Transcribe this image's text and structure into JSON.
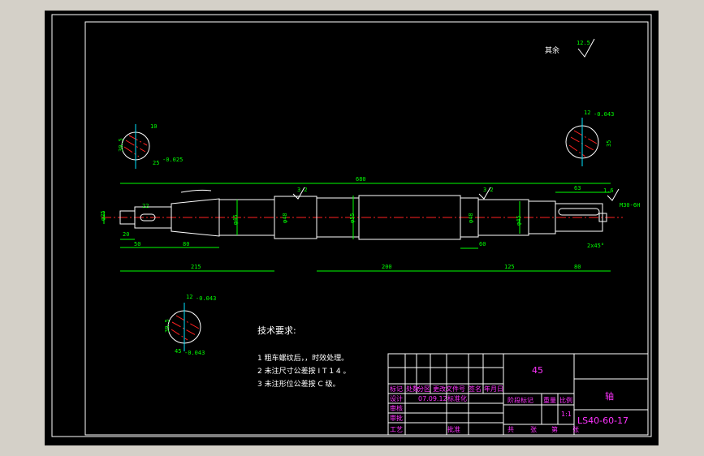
{
  "surface_finish": {
    "label": "其余",
    "value": "12.5"
  },
  "dimensions": {
    "overall_length": "680",
    "d25": "φ25",
    "d45a": "φ45",
    "d55": "φ55",
    "d45b": "φ45",
    "d48a": "φ48",
    "d48b": "φ48",
    "len20": "20",
    "len50": "50",
    "len80": "80",
    "len215": "215",
    "len200": "200",
    "len60": "60",
    "len125": "125",
    "len80b": "80",
    "len63": "63",
    "len22": "22",
    "chamfer": "2x45°",
    "thread": "M30-6H",
    "rough1": "3.2",
    "rough2": "3.2",
    "rough3": "1.6"
  },
  "sections": {
    "left_top": {
      "key_width": "10",
      "depth": "30.5",
      "dia": "25",
      "tol": "-0.025"
    },
    "right_top": {
      "key_width": "12",
      "depth": "35",
      "tol": "-0.043"
    },
    "bottom_left": {
      "key_width": "12",
      "depth": "39.5",
      "dia": "45",
      "tol": "-0.043"
    }
  },
  "tech_req": {
    "title": "技术要求:",
    "items": [
      "1   粗车螺纹后，，时效处理。",
      "2   未注尺寸公差按 I T 1 4 。",
      "3   未注形位公差按 C 级。"
    ]
  },
  "title_block": {
    "material": "45",
    "part_name": "轴",
    "drawing_no": "LS40-60-17",
    "header_cells": [
      "标记",
      "处数",
      "分区",
      "更改文件号",
      "签名",
      "年月日"
    ],
    "rows": [
      "设计",
      "审核",
      "审批",
      "工艺"
    ],
    "designer_date": "07.09.12",
    "std": "标准化",
    "approve": "批准",
    "stage_mark": "阶段标记",
    "weight": "重量",
    "scale": "比例",
    "scale_value": "1:1",
    "total": "共",
    "sheets": "张",
    "sheet_no": "第",
    "sheet_unit": "张"
  }
}
